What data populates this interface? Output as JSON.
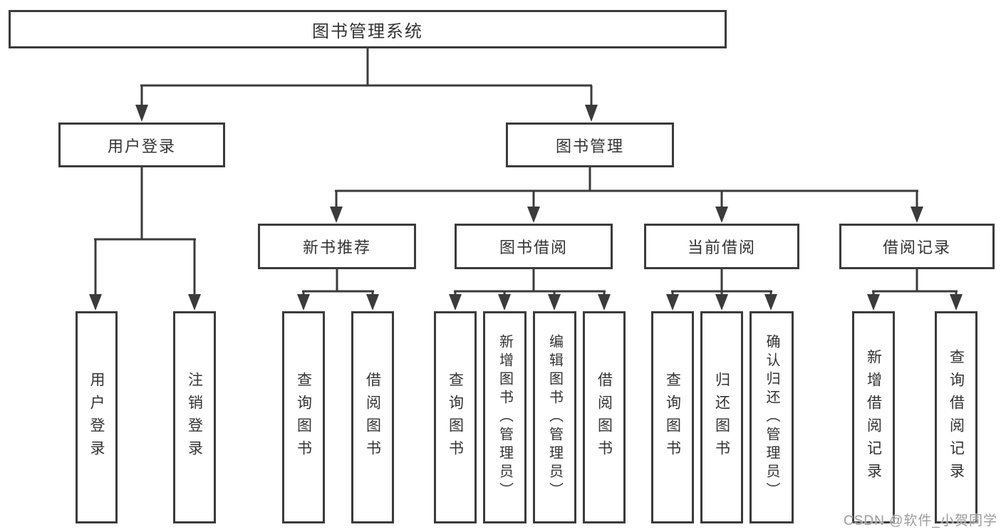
{
  "colors": {
    "line": "#3b3b3b",
    "text": "#333333",
    "watermark": "#9b9b9b",
    "background": "#ffffff"
  },
  "watermark": "CSDN @软件_小贺同学",
  "tree": {
    "root": {
      "label": "图书管理系统"
    },
    "branches": [
      {
        "label": "用户登录",
        "children": [
          {
            "label": "用户登录"
          },
          {
            "label": "注销登录"
          }
        ]
      },
      {
        "label": "图书管理",
        "children": [
          {
            "label": "新书推荐",
            "children": [
              {
                "label": "查询图书"
              },
              {
                "label": "借阅图书"
              }
            ]
          },
          {
            "label": "图书借阅",
            "children": [
              {
                "label": "查询图书"
              },
              {
                "label": "新增图书（管理员）"
              },
              {
                "label": "编辑图书（管理员）"
              },
              {
                "label": "借阅图书"
              }
            ]
          },
          {
            "label": "当前借阅",
            "children": [
              {
                "label": "查询图书"
              },
              {
                "label": "归还图书"
              },
              {
                "label": "确认归还（管理员）"
              }
            ]
          },
          {
            "label": "借阅记录",
            "children": [
              {
                "label": "新增借阅记录"
              },
              {
                "label": "查询借阅记录"
              }
            ]
          }
        ]
      }
    ]
  }
}
